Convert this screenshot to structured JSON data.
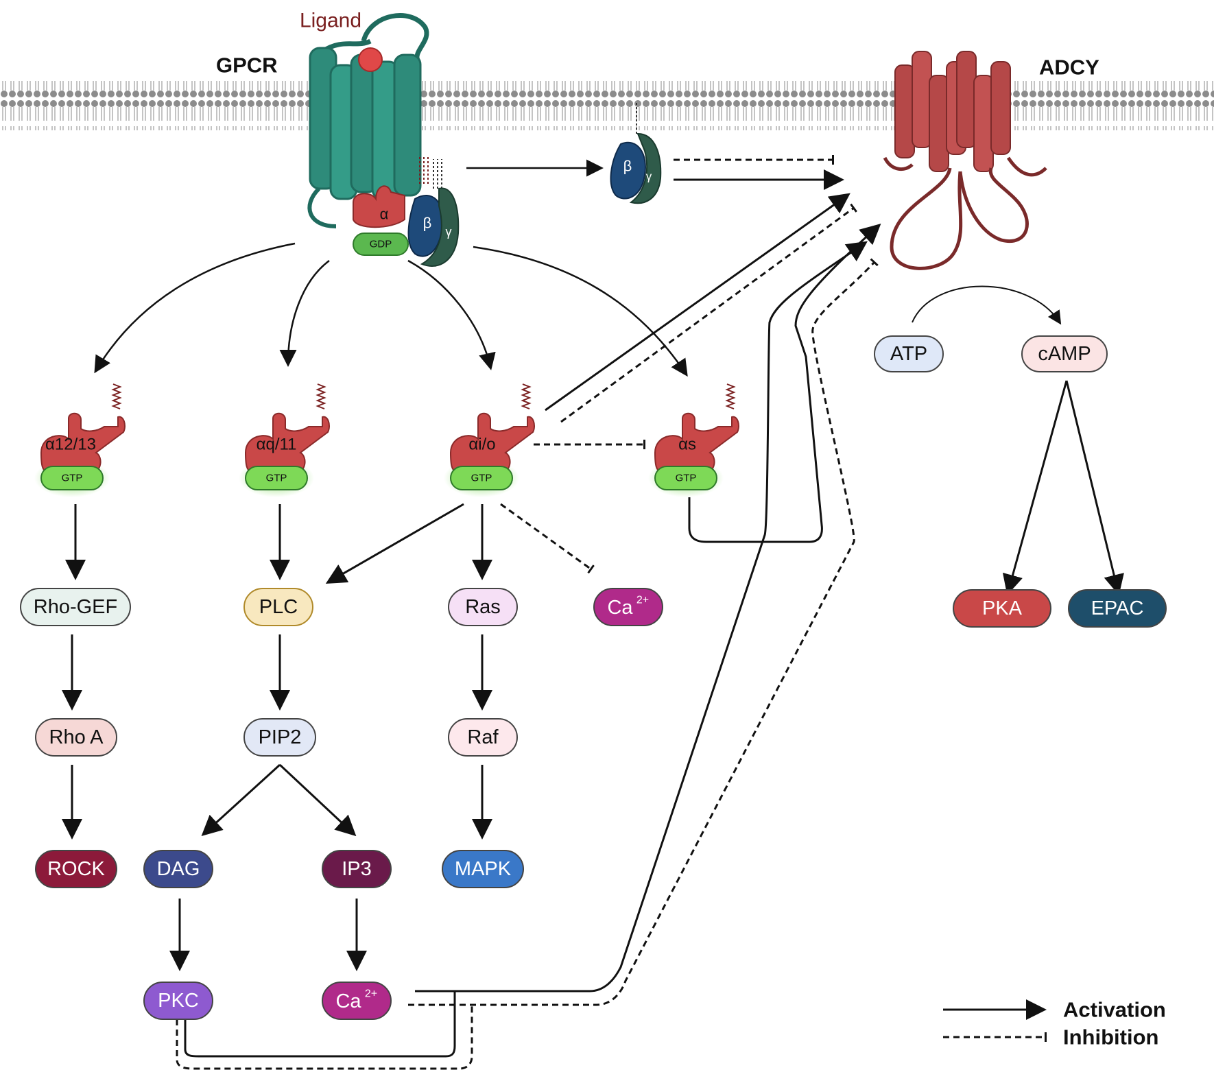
{
  "labels": {
    "ligand": "Ligand",
    "gpcr": "GPCR",
    "adcy": "ADCY",
    "gdp": "GDP",
    "gtp": "GTP",
    "alpha": "α",
    "beta": "β",
    "gamma": "γ"
  },
  "g_alpha": [
    {
      "id": "a1213",
      "label": "α12/13"
    },
    {
      "id": "aq11",
      "label": "αq/11"
    },
    {
      "id": "aio",
      "label": "αi/o"
    },
    {
      "id": "as",
      "label": "αs"
    }
  ],
  "nodes": {
    "rhogef": "Rho-GEF",
    "rhoa": "Rho A",
    "rock": "ROCK",
    "plc": "PLC",
    "pip2": "PIP2",
    "dag": "DAG",
    "ip3": "IP3",
    "pkc": "PKC",
    "ca_main": "Ca",
    "ca_main_sup": "2+",
    "ras": "Ras",
    "raf": "Raf",
    "mapk": "MAPK",
    "ca_side": "Ca",
    "ca_side_sup": "2+",
    "atp": "ATP",
    "camp": "cAMP",
    "pka": "PKA",
    "epac": "EPAC"
  },
  "legend": {
    "activation": "Activation",
    "inhibition": "Inhibition"
  },
  "colors": {
    "gpcr": "#2e8b7a",
    "adcy": "#b54848",
    "galpha": "#c94848",
    "gtp": "#7ed957",
    "gdp": "#5bb84f",
    "beta": "#1e4a7a",
    "gamma": "#2f5b4a"
  }
}
